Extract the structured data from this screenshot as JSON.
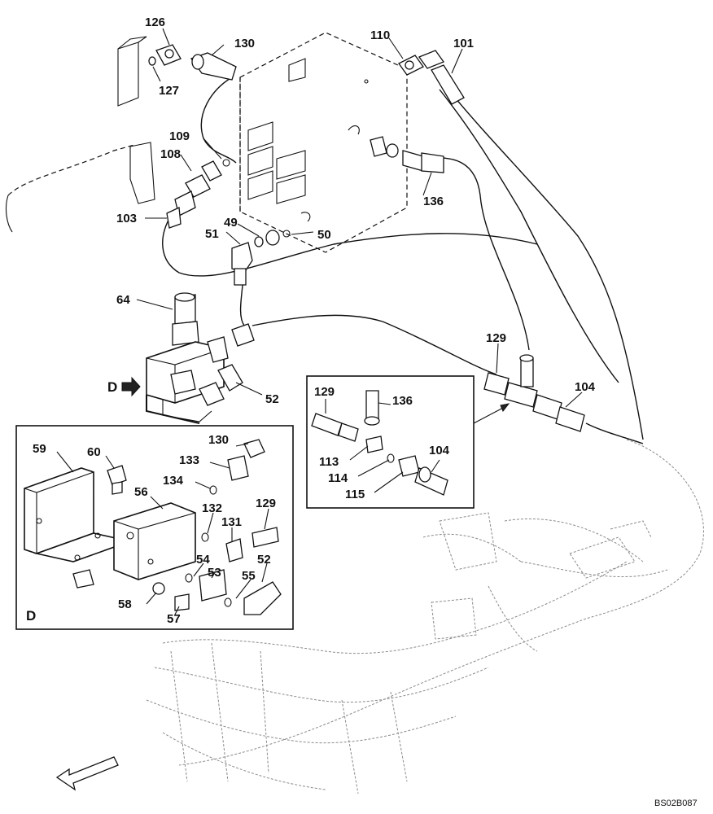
{
  "diagram": {
    "labels": [
      "126",
      "130",
      "127",
      "110",
      "101",
      "109",
      "108",
      "103",
      "136",
      "49",
      "50",
      "51",
      "64",
      "129",
      "104",
      "D",
      "52"
    ],
    "inset_d": {
      "labels": [
        "59",
        "60",
        "130",
        "133",
        "134",
        "56",
        "132",
        "131",
        "129",
        "54",
        "53",
        "55",
        "52",
        "58",
        "57"
      ],
      "title": "D"
    },
    "inset_tee": {
      "labels": [
        "129",
        "136",
        "113",
        "114",
        "104",
        "115"
      ]
    },
    "figure_code": "BS02B087"
  }
}
